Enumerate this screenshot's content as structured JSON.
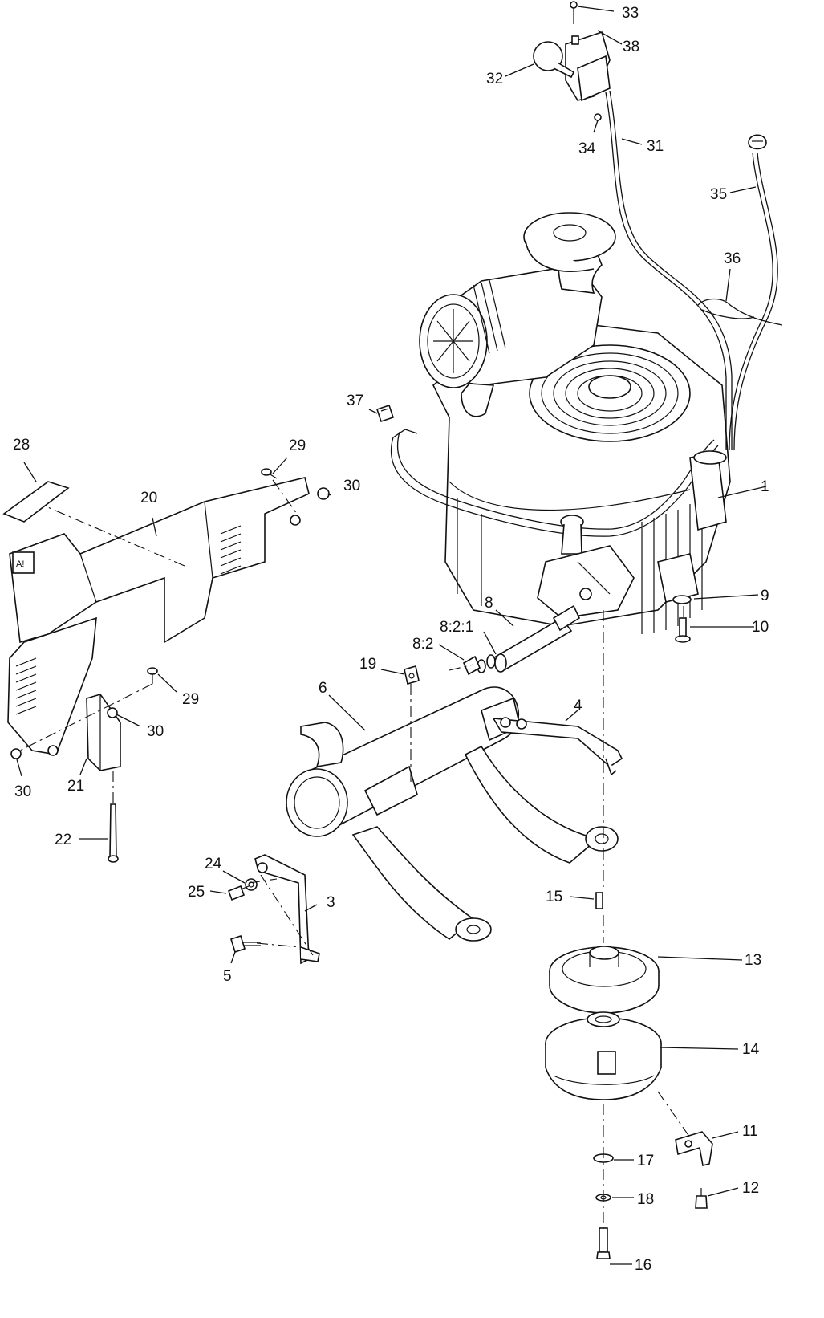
{
  "callouts": [
    "1",
    "3",
    "4",
    "5",
    "6",
    "8",
    "8:2",
    "8:2:1",
    "9",
    "10",
    "11",
    "12",
    "13",
    "14",
    "15",
    "16",
    "17",
    "18",
    "19",
    "20",
    "21",
    "22",
    "24",
    "25",
    "28",
    "29",
    "29",
    "30",
    "30",
    "30",
    "31",
    "32",
    "33",
    "34",
    "35",
    "36",
    "37",
    "38"
  ],
  "decal_text": "A!"
}
